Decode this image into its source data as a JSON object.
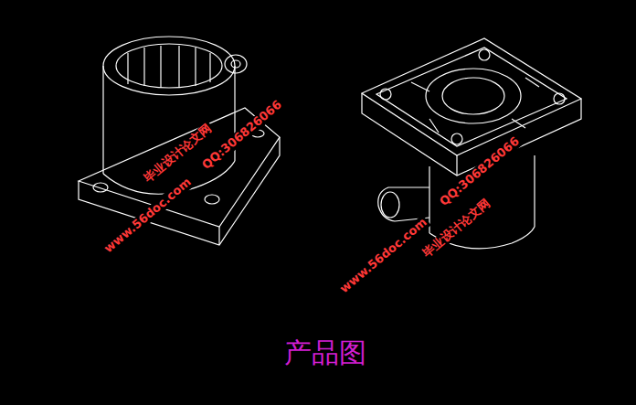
{
  "diagram": {
    "caption": "产品图",
    "labels": [
      "QQ:306826066",
      "毕业设计论文网",
      "www.56doc.com",
      "QQ:306826066",
      "毕业设计论文网",
      "www.56doc.com"
    ]
  }
}
